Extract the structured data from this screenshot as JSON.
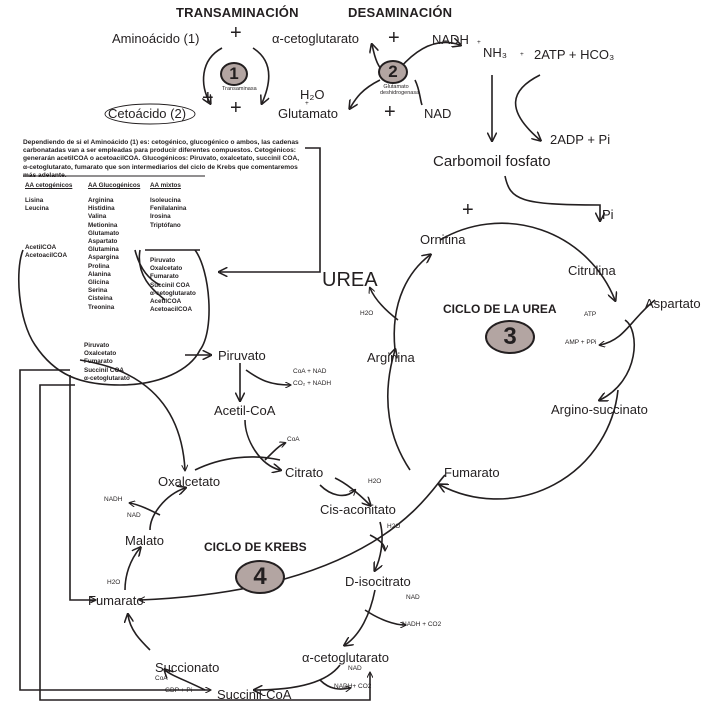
{
  "top": {
    "transaminacion_title": "TRANSAMINACIÓN",
    "desaminacion_title": "DESAMINACIÓN",
    "aminoacido": "Aminoácido (1)",
    "cetoglutarato": "α-cetoglutarato",
    "cetoacido": "Cetoácido (2)",
    "glutamato": "Glutamato",
    "h2o": "H₂O",
    "plus_small": "+",
    "nadh": "NADH",
    "nadh_plus": "+",
    "nh3": "NH₃",
    "atp_hco3": "2ATP + HCO₃",
    "plus_between": "+",
    "nad": "NAD",
    "adp_pi": "2ADP + Pi",
    "carbomoil": "Carbomoil fosfato",
    "badge1": "1",
    "badge1_label": "Transaminasa",
    "badge2": "2",
    "badge2_label": "Glutamato deshidrogenasa",
    "plus_signs": [
      "+",
      "+",
      "+",
      "+",
      "+"
    ]
  },
  "info": {
    "intro": "Dependiendo de si el Aminoácido (1) es: cetogénico, glucogénico o ambos, las cadenas carbonatadas van a ser empleadas para producir diferentes compuestos. Cetogénicos: generarán acetilCOA o acetoacilCOA. Glucogénicos: Piruvato, oxalcetato, succinil COA, α-cetoglutarato, fumarato que son intermediarios del ciclo de Krebs que comentaremos más adelante.",
    "columns": [
      {
        "header": "AA cetogénicos",
        "items": [
          "Lisina",
          "Leucina"
        ]
      },
      {
        "header": "AA Glucogénicos",
        "items": [
          "Arginina",
          "Histidina",
          "Valina",
          "Metionina",
          "Glutamato",
          "Aspartato",
          "Glutamina",
          "Aspargina",
          "Prolina",
          "Alanina",
          "Glicina",
          "Serina",
          "Cisteina",
          "Treonina"
        ]
      },
      {
        "header": "AA mixtos",
        "items": [
          "Isoleucina",
          "Fenilalanina",
          "Irosina",
          "Triptófano"
        ]
      }
    ],
    "keto_products": [
      "AcetilCOA",
      "AcetoacilCOA"
    ],
    "gluco_products": [
      "Piruvato",
      "Oxalcetato",
      "Fumarato",
      "Succinil COA",
      "α-cetoglutarato"
    ],
    "mixed_products": [
      "Piruvato",
      "Oxalcetato",
      "Fumarato",
      "Succinil COA",
      "α-cetoglutarato",
      "AcetilCOA",
      "AcetoacilCOA"
    ]
  },
  "urea_cycle": {
    "title": "CICLO DE LA UREA",
    "badge": "3",
    "urea": "UREA",
    "ornitina": "Ornitina",
    "citrulina": "Citrulina",
    "aspartato": "Aspartato",
    "atp": "ATP",
    "amp_ppi": "AMP + PPi",
    "argino_succinato": "Argino-succinato",
    "fumarato": "Fumarato",
    "arginina": "Arginina",
    "h2o": "H2O",
    "pi": "Pi",
    "plus": "+"
  },
  "bridge": {
    "piruvato": "Piruvato",
    "coa_nad": "CoA + NAD",
    "co2_nadh": "CO₂ + NADH",
    "acetil_coa": "Acetil-CoA",
    "coa": "CoA"
  },
  "krebs": {
    "title": "CICLO DE KREBS",
    "badge": "4",
    "oxalcetato": "Oxalcetato",
    "citrato": "Citrato",
    "h2o_1": "H2O",
    "cis_aconitato": "Cis-aconitato",
    "h2o_2": "H2O",
    "d_isocitrato": "D-isocitrato",
    "nad_1": "NAD",
    "nadh_co2_1": "NADH + CO2",
    "cetoglutarato": "α-cetoglutarato",
    "nad_2": "NAD",
    "nadh_co2_2": "NADH+ CO2",
    "succinil_coa": "Succinil-CoA",
    "gdp_pi": "GDP + Pi",
    "coa": "CoA",
    "succionato": "Succionato",
    "fumarato": "Fumarato",
    "h2o_3": "H2O",
    "malato": "Malato",
    "nad_3": "NAD",
    "nadh": "NADH"
  }
}
